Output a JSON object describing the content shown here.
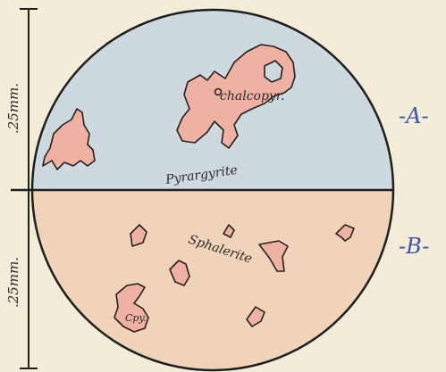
{
  "scale": {
    "upper_label": ".25mm.",
    "lower_label": ".25mm."
  },
  "sections": {
    "a_label": "-A-",
    "b_label": "-B-"
  },
  "minerals": {
    "pyrargyrite": "Pyrargyrite",
    "chalcopyrite": "chalcopyr.",
    "sphalerite": "Sphalerite",
    "cpy": "Cpy."
  },
  "colors": {
    "upper_field": "#cdd9df",
    "lower_field": "#f0d3b8",
    "grain": "#eeb1a4",
    "grain_outline": "#2a1f1f",
    "ink": "#2b2b2b",
    "annotation_blue": "#3f56a8"
  }
}
